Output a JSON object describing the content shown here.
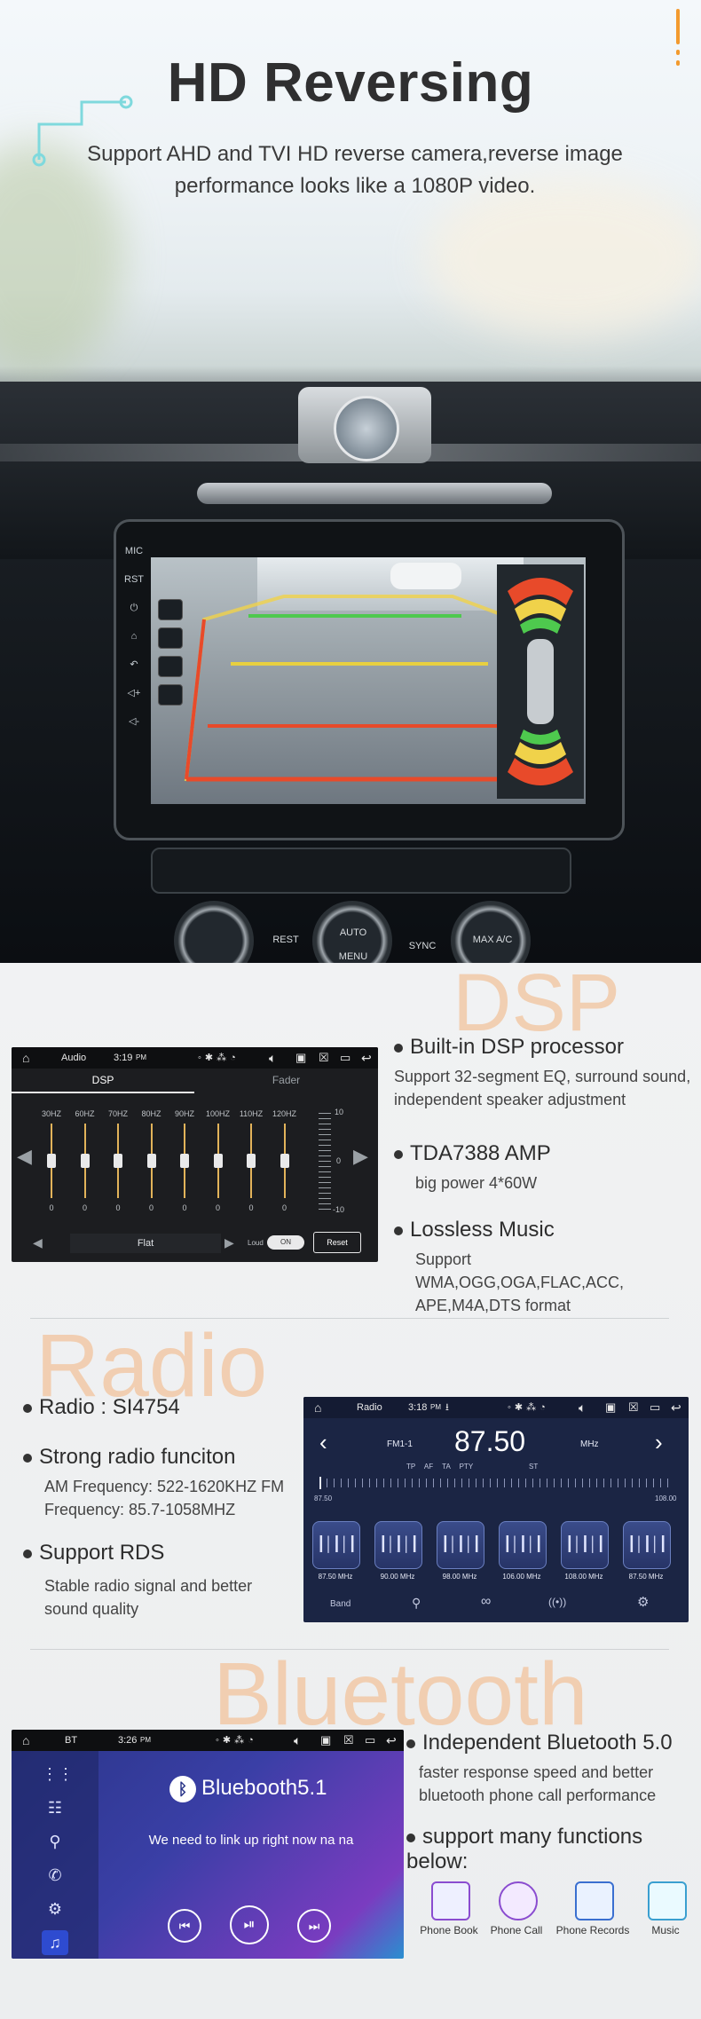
{
  "hero": {
    "title": "HD Reversing",
    "subtitle": "Support AHD and TVI HD reverse camera,reverse image performance looks like a 1080P video."
  },
  "dash": {
    "left_bar": [
      "MIC",
      "RST",
      "⏻",
      "⌂",
      "↶",
      "◁+",
      "◁-"
    ],
    "climate": [
      "AUTO",
      "MENU",
      "REST",
      "SYNC",
      "MAX A/C"
    ]
  },
  "dsp": {
    "watermark": "DSP",
    "status": {
      "title": "Audio",
      "time": "3:19",
      "ampm": "PM"
    },
    "tabs": [
      "DSP",
      "Fader"
    ],
    "bands": [
      "30HZ",
      "60HZ",
      "70HZ",
      "80HZ",
      "90HZ",
      "100HZ",
      "110HZ",
      "120HZ"
    ],
    "band_values": [
      "0",
      "0",
      "0",
      "0",
      "0",
      "0",
      "0",
      "0"
    ],
    "scale": [
      "10",
      "0",
      "-10"
    ],
    "preset": "Flat",
    "loud_label": "Loud",
    "loud_state": "ON",
    "reset_label": "Reset",
    "features": [
      {
        "title": "Built-in DSP  processor",
        "text": "Support 32-segment EQ, surround sound, independent speaker adjustment"
      },
      {
        "title": "TDA7388 AMP",
        "text": "big power 4*60W"
      },
      {
        "title": "Lossless Music",
        "text": "Support WMA,OGG,OGA,FLAC,ACC, APE,M4A,DTS format"
      }
    ]
  },
  "radio": {
    "watermark": "Radio",
    "status": {
      "title": "Radio",
      "time": "3:18",
      "ampm": "PM"
    },
    "band": "FM1-1",
    "frequency": "87.50",
    "unit": "MHz",
    "flags": [
      "TP",
      "AF",
      "TA",
      "PTY",
      "ST"
    ],
    "range_min": "87.50",
    "range_max": "108.00",
    "presets": [
      "87.50 MHz",
      "90.00 MHz",
      "98.00 MHz",
      "106.00 MHz",
      "108.00 MHz",
      "87.50 MHz"
    ],
    "bottom": [
      "Band"
    ],
    "features": [
      {
        "title": "Radio : SI4754",
        "text": ""
      },
      {
        "title": "Strong radio funciton",
        "text": "AM Frequency: 522-1620KHZ FM Frequency: 85.7-1058MHZ"
      },
      {
        "title": "Support RDS",
        "text": "Stable radio signal and better sound quality"
      }
    ]
  },
  "bluetooth": {
    "watermark": "Bluetooth",
    "status": {
      "title": "BT",
      "time": "3:26",
      "ampm": "PM"
    },
    "logo_text": "Bluebooth5.1",
    "message": "We need to link up right now na na",
    "features": [
      {
        "title": "Independent Bluetooth 5.0",
        "text": "faster response speed and better bluetooth phone call performance"
      },
      {
        "title": "support many functions below:",
        "text": ""
      }
    ],
    "functions": [
      "Phone Book",
      "Phone Call",
      "Phone Records",
      "Music"
    ]
  },
  "colors": {
    "accent_orange": "#f39a2e",
    "watermark": "#f2c9a7",
    "radio_bg": "#1b2544",
    "bt_bg": "#1f2a6b"
  }
}
